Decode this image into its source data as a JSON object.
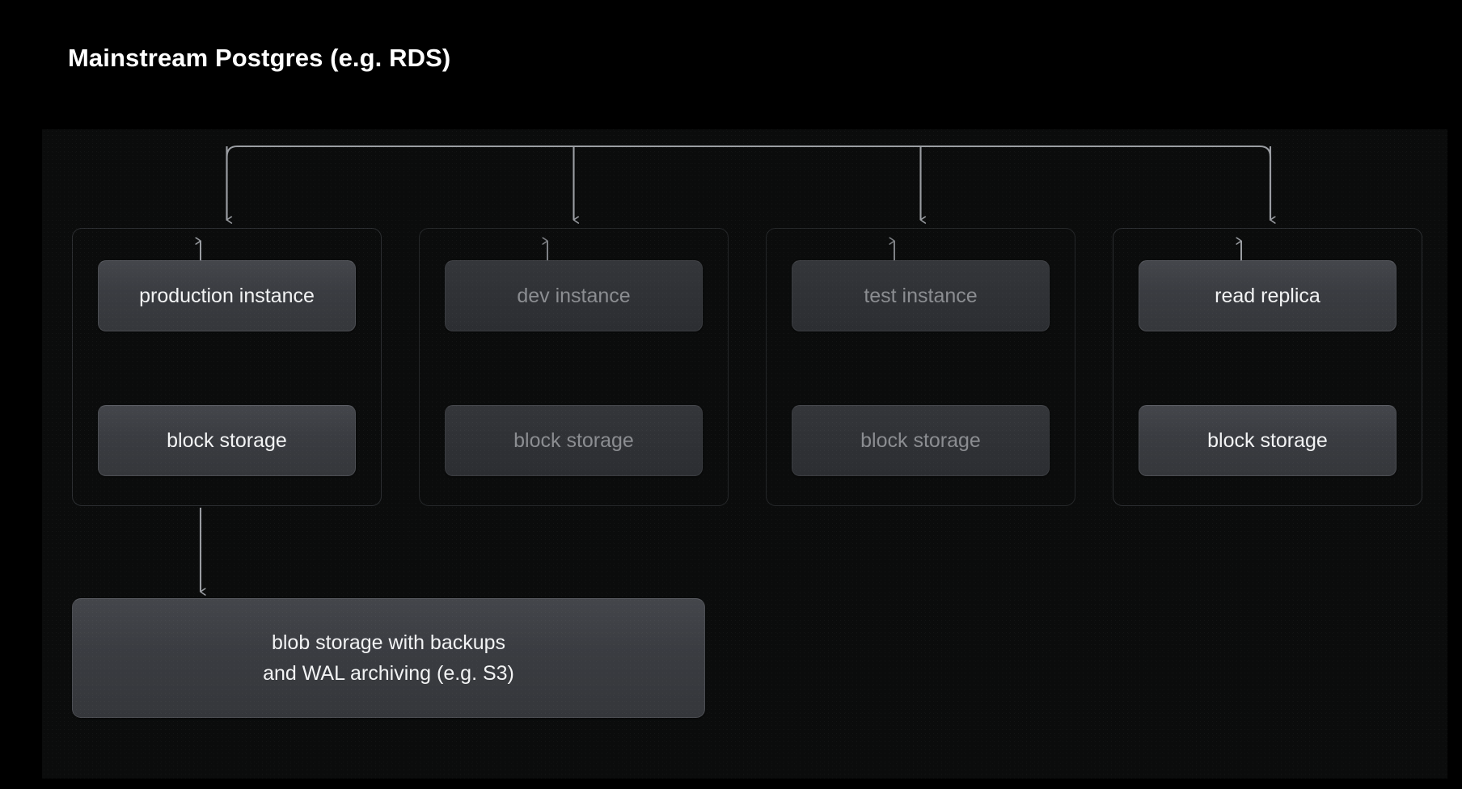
{
  "page": {
    "title": "Mainstream Postgres (e.g. RDS)",
    "background_color": "#000000",
    "canvas_color": "#0b0c0c"
  },
  "diagram": {
    "type": "architecture-tree",
    "accent_line_color": "#9a9da2",
    "active_text_color": "#f2f3f4",
    "dimmed_text_color": "#8b8d91",
    "columns": [
      {
        "id": "production",
        "state": "active",
        "instance_label": "production instance",
        "storage_label": "block storage",
        "link": "bidirectional"
      },
      {
        "id": "dev",
        "state": "dimmed",
        "instance_label": "dev instance",
        "storage_label": "block storage",
        "link": "bidirectional"
      },
      {
        "id": "test",
        "state": "dimmed",
        "instance_label": "test instance",
        "storage_label": "block storage",
        "link": "bidirectional"
      },
      {
        "id": "read-replica",
        "state": "active",
        "instance_label": "read replica",
        "storage_label": "block storage",
        "link": "bidirectional"
      }
    ],
    "blob_storage": {
      "state": "active",
      "line1": "blob storage with backups",
      "line2": "and WAL archiving (e.g. S3)"
    }
  }
}
